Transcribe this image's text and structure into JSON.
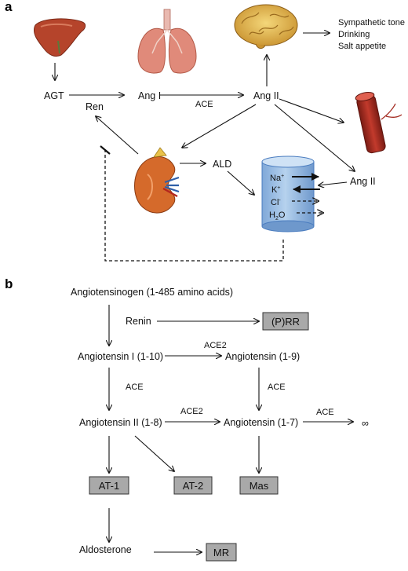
{
  "panel_a": {
    "letter": "a",
    "labels": {
      "agt": "AGT",
      "ang1": "Ang I",
      "ace": "ACE",
      "ang2": "Ang II",
      "ren": "Ren",
      "ald": "ALD",
      "ang2_vessel": "Ang II",
      "brain_effects": [
        "Sympathetic tone",
        "Drinking",
        "Salt appetite"
      ]
    },
    "ions": [
      "Na+",
      "K+",
      "Cl-",
      "H2O"
    ],
    "organs": [
      "liver",
      "lungs",
      "brain",
      "blood-vessel",
      "kidney",
      "collecting-duct-cylinder"
    ],
    "colors": {
      "liver": "#b5442b",
      "lung": "#e08a7a",
      "brain": "#e3b94c",
      "vessel": "#a32a20",
      "cylinder": "#9dc3e6",
      "cylinder_edge": "#4a7cbf"
    }
  },
  "panel_b": {
    "letter": "b",
    "labels": {
      "agen": "Angiotensinogen (1-485 amino acids)",
      "renin": "Renin",
      "prr": "(P)RR",
      "ang110": "Angiotensin I (1-10)",
      "ace2_top": "ACE2",
      "ang19": "Angiotensin (1-9)",
      "ace_left": "ACE",
      "ace_right": "ACE",
      "ang18": "Angiotensin II (1-8)",
      "ace2_mid": "ACE2",
      "ang17": "Angiotensin (1-7)",
      "ace_far": "ACE",
      "infinity": "∞",
      "at1": "AT-1",
      "at2": "AT-2",
      "mas": "Mas",
      "aldosterone": "Aldosterone",
      "mr": "MR"
    },
    "colors": {
      "receptor_box": "#a9a9a9"
    }
  }
}
